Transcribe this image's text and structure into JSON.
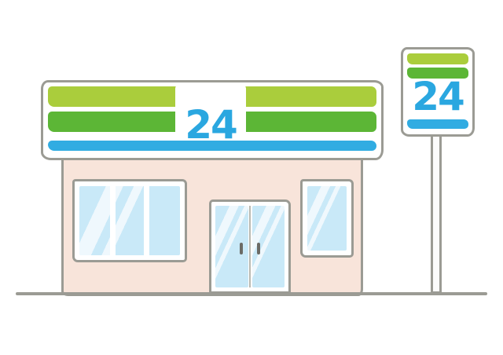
{
  "scene": {
    "title": "convenience store illustration",
    "main_sign": {
      "label": "24"
    },
    "pole_sign": {
      "label": "24"
    },
    "colors": {
      "light_green": "#aacd3c",
      "green": "#5cb636",
      "blue": "#31ace2",
      "number_blue": "#2aa7e0",
      "wall_pink": "#f8e4da",
      "glass_blue": "#c9e9f8",
      "outline_gray": "#9b9b94",
      "frame_white": "#ffffff"
    }
  }
}
